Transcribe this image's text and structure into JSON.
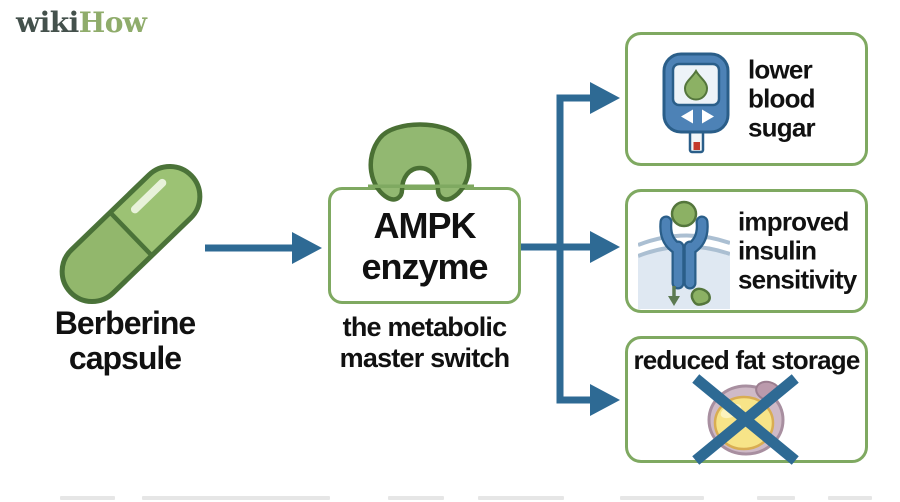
{
  "logo": {
    "wiki": "wiki",
    "how": "How"
  },
  "capsule": {
    "label_lines": [
      "Berberine",
      "capsule"
    ],
    "icon": "green-capsule-illustration"
  },
  "ampk_node": {
    "title_lines": [
      "AMPK",
      "enzyme"
    ],
    "caption_lines": [
      "the metabolic",
      "master switch"
    ],
    "icon": "enzyme-arch-icon"
  },
  "benefits": [
    {
      "lines": [
        "lower",
        "blood",
        "sugar"
      ],
      "icon": "glucose-meter-icon"
    },
    {
      "lines": [
        "improved",
        "insulin",
        "sensitivity"
      ],
      "icon": "insulin-receptor-icon"
    },
    {
      "lines": [
        "reduced fat storage"
      ],
      "icon": "crossed-out-fat-cell-icon"
    }
  ],
  "colors": {
    "box_border_green": "#7fa961",
    "arrow_blue": "#2e6a94",
    "capsule_green": "#9cc274",
    "enzyme_green": "#92b871",
    "logo_dark": "#44514c",
    "logo_green": "#8fac6b",
    "text": "#111111"
  }
}
